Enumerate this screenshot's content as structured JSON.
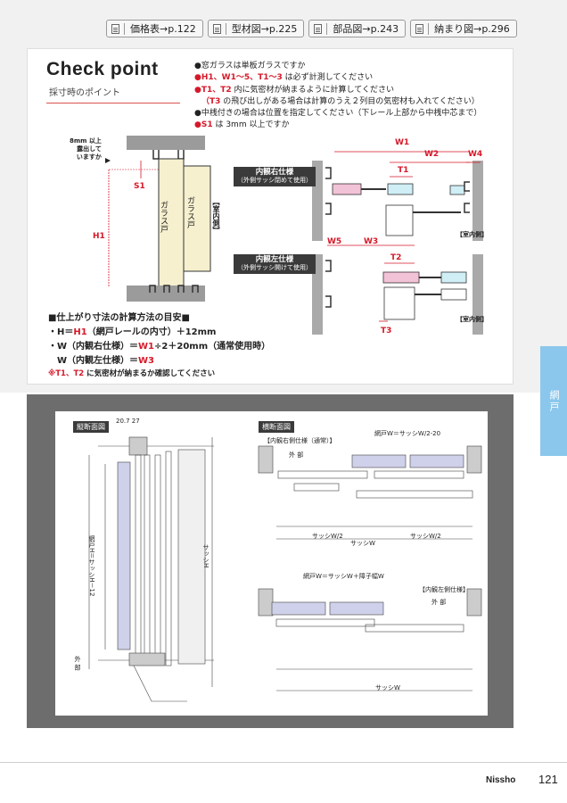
{
  "nav": [
    {
      "label": "価格表→p.122"
    },
    {
      "label": "型材図→p.225"
    },
    {
      "label": "部品図→p.243"
    },
    {
      "label": "納まり図→p.296"
    }
  ],
  "check": {
    "title": "Check point",
    "subtitle": "採寸時のポイント",
    "bullets": [
      {
        "red": "",
        "text": "●窓ガラスは単板ガラスですか"
      },
      {
        "red": "●H1、W1〜5、T1〜3",
        "text": " は必ず計測してください"
      },
      {
        "red": "●T1、T2",
        "text": " 内に気密材が納まるように計算してください"
      },
      {
        "red": "（T3",
        "text": " の飛び出しがある場合は計算のうえ２列目の気密材も入れてください）"
      },
      {
        "red": "",
        "text": "●中桟付きの場合は位置を指定してください（下レール上部から中桟中芯まで）"
      },
      {
        "red": "●S1",
        "text": " は 3mm 以上ですか"
      }
    ]
  },
  "diagram_left": {
    "note_line1": "8mm 以上",
    "note_line2": "露出して",
    "note_line3": "いますか",
    "s1": "S1",
    "h1": "H1",
    "glass1": "ガラス戸",
    "glass2": "ガラス戸",
    "room": "【室内側】"
  },
  "diagram_right": {
    "label_right_title": "内観右仕様",
    "label_right_sub": "（外側サッシ閉めて使用）",
    "label_left_title": "内観左仕様",
    "label_left_sub": "（外側サッシ開けて使用）",
    "w1": "W1",
    "w2": "W2",
    "w3": "W3",
    "w4": "W4",
    "w5": "W5",
    "t1": "T1",
    "t2": "T2",
    "t3": "T3",
    "room1": "【室内側】",
    "room2": "【室内側】",
    "accent": "#d6192a",
    "pink": "#f2c2d6",
    "cyan": "#cfeef6"
  },
  "calc": {
    "heading": "■仕上がり寸法の計算方法の目安■",
    "line1_a": "・H＝",
    "line1_red": "H1",
    "line1_b": "（網戸レールの内寸）＋12mm",
    "line2_a": "・W（内観右仕様）＝",
    "line2_red": "W1",
    "line2_b": "÷2＋20mm（通常使用時）",
    "line3_a": "　W（内観左仕様）＝",
    "line3_red": "W3",
    "note_red": "※T1、T2",
    "note_text": " に気密材が納まるか確認してください"
  },
  "sections": {
    "vertical": "縦断面図",
    "horizontal": "横断面図",
    "right_spec": "【内観右側仕様（通常）】",
    "left_spec": "【内観左側仕様】",
    "outside1": "外 部",
    "outside2": "外 部",
    "outside3": "外 部",
    "sash_w2a": "サッシW/2",
    "sash_w2b": "サッシW/2",
    "sash_w1": "サッシW",
    "sash_w2": "サッシW",
    "screen_w": "網戸W＝サッシW/2-20",
    "screen_w_left": "網戸W＝サッシW＋障子幅W",
    "sash_h": "サッシH",
    "screen_h": "網戸H＝サッシH－12",
    "dim_20_7": "20.7 27"
  },
  "side_tab": "網戸",
  "footer": {
    "brand": "Nissho",
    "page": "121"
  }
}
